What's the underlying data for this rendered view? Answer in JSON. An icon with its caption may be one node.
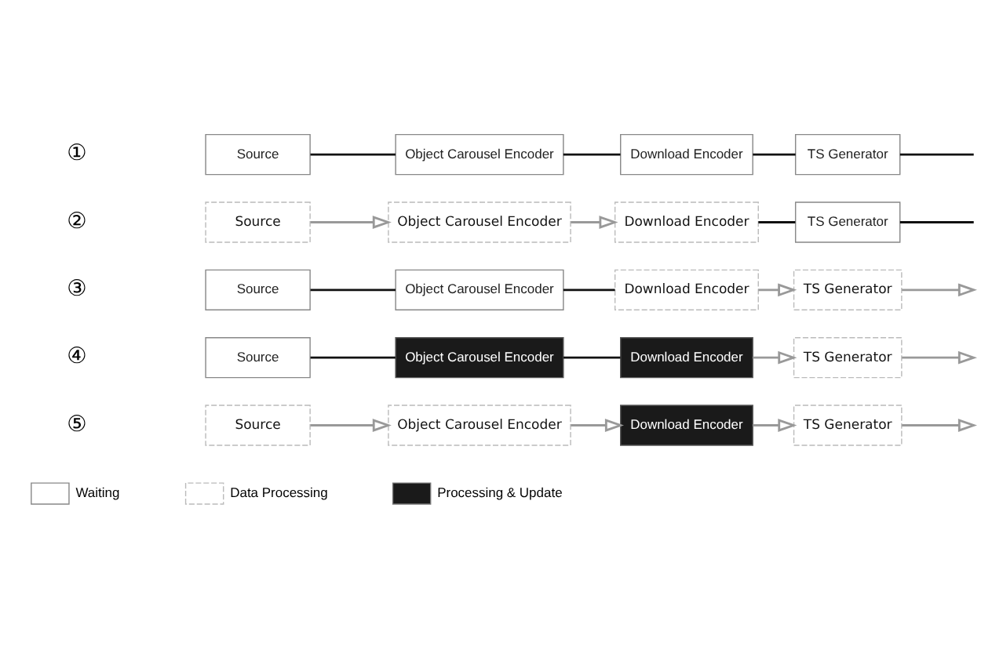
{
  "diagram": {
    "nodes": [
      {
        "text": [
          "Source"
        ]
      },
      {
        "text": [
          "Object Carousel Encoder"
        ]
      },
      {
        "text": [
          "Download Encoder"
        ]
      },
      {
        "text": [
          "TS Generator"
        ]
      },
      {
        "text": [
          "Source"
        ]
      },
      {
        "text": [
          "Object Carousel Encoder"
        ]
      },
      {
        "text": [
          "Download Encoder"
        ]
      },
      {
        "text": [
          "TS Generator"
        ]
      },
      {
        "text": [
          "Source"
        ]
      },
      {
        "text": [
          "Object Carousel Encoder"
        ]
      },
      {
        "text": [
          "Download Encoder"
        ]
      },
      {
        "text": [
          "TS Generator"
        ]
      },
      {
        "text": [
          "Source"
        ]
      },
      {
        "text": [
          "Object Carousel Encoder"
        ]
      },
      {
        "text": [
          "Download Encoder"
        ]
      },
      {
        "text": [
          "TS Generator"
        ]
      },
      {
        "text": [
          "Source"
        ]
      },
      {
        "text": [
          "Object Carousel Encoder"
        ]
      },
      {
        "text": [
          "Download Encoder"
        ]
      },
      {
        "text": [
          "TS Generator"
        ]
      }
    ],
    "edges": [
      {
        "from": 0,
        "to": 1,
        "arrow": "none"
      },
      {
        "from": 1,
        "to": 2,
        "arrow": "none"
      },
      {
        "from": 2,
        "to": 3,
        "arrow": "none"
      },
      {
        "from": 3,
        "to": null,
        "arrow": "none"
      },
      {
        "from": 4,
        "to": 5,
        "arrow": "to",
        "color": "#999999"
      },
      {
        "from": 5,
        "to": 6,
        "arrow": "to",
        "color": "#999999"
      },
      {
        "from": 6,
        "to": 7,
        "arrow": "none"
      },
      {
        "from": 7,
        "to": null,
        "arrow": "none"
      },
      {
        "from": 8,
        "to": 9,
        "arrow": "none"
      },
      {
        "from": 9,
        "to": 10,
        "arrow": "none"
      },
      {
        "from": 10,
        "to": 11,
        "arrow": "to",
        "color": "#999999"
      },
      {
        "from": 11,
        "to": null,
        "arrow": "to",
        "color": "#999999"
      },
      {
        "from": 12,
        "to": 13,
        "arrow": "none"
      },
      {
        "from": 13,
        "to": 14,
        "arrow": "none"
      },
      {
        "from": 14,
        "to": 15,
        "arrow": "to",
        "color": "#999999"
      },
      {
        "from": 15,
        "to": null,
        "arrow": "to",
        "color": "#999999"
      },
      {
        "from": 16,
        "to": 17,
        "arrow": "to",
        "color": "#999999"
      },
      {
        "from": 17,
        "to": 18,
        "arrow": "to",
        "color": "#999999"
      },
      {
        "from": 18,
        "to": 19,
        "arrow": "to",
        "color": "#999999"
      },
      {
        "from": 19,
        "to": null,
        "arrow": "to",
        "color": "#999999"
      }
    ],
    "labels": [
      "①",
      "②",
      "③",
      "④",
      "⑤"
    ],
    "legend": [
      {
        "text": "Waiting"
      },
      {
        "text": "Data Processing"
      },
      {
        "text": "Processing & Update",
        "color": "#1a1a1a"
      }
    ]
  }
}
